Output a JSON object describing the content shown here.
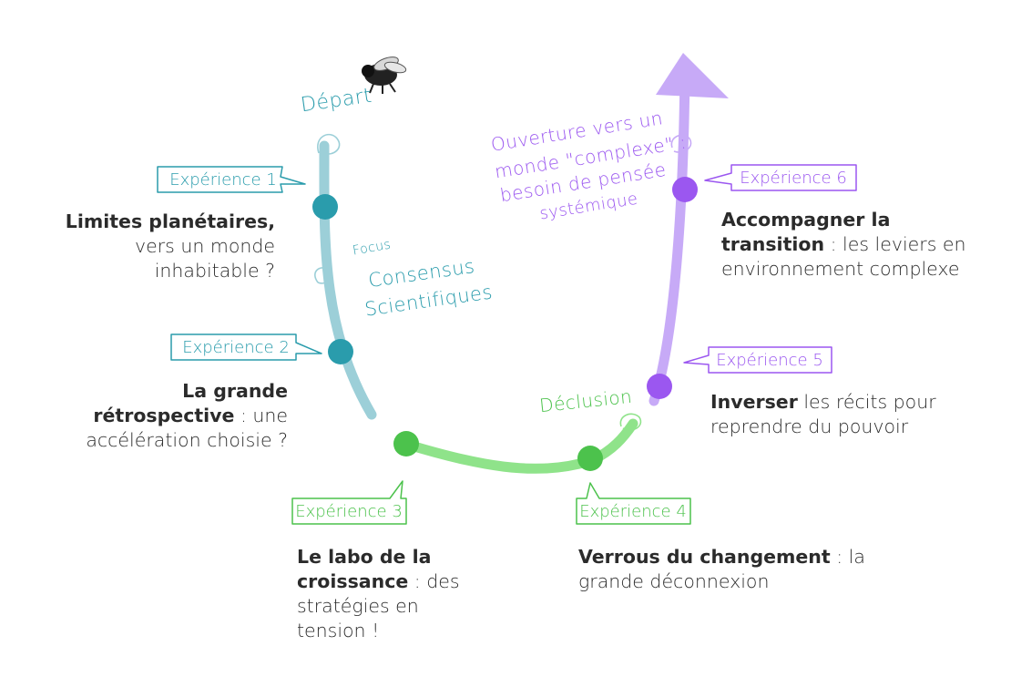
{
  "markers": {
    "depart": "Départ",
    "focus_small": "Focus",
    "focus_line1": "Consensus",
    "focus_line2": "Scientifiques",
    "declusion": "Déclusion",
    "ouverture_line1": "Ouverture vers un",
    "ouverture_line2": "monde \"complexe\" :",
    "ouverture_line3": "besoin de pensée",
    "ouverture_line4": "systémique"
  },
  "experiences": [
    {
      "label": "Expérience 1",
      "title": "Limites planétaires,",
      "rest": "vers un monde inhabitable ?",
      "color": "#2a9cac"
    },
    {
      "label": "Expérience 2",
      "title": "La grande rétrospective",
      "rest": " : une accélération choisie ?",
      "color": "#2a9cac"
    },
    {
      "label": "Expérience 3",
      "title": "Le labo de la croissance",
      "rest": " : des stratégies en tension !",
      "color": "#4cc24c"
    },
    {
      "label": "Expérience 4",
      "title": "Verrous du changement",
      "rest": " : la grande déconnexion",
      "color": "#4cc24c"
    },
    {
      "label": "Expérience 5",
      "title": "Inverser",
      "rest": " les récits pour reprendre du pouvoir",
      "color": "#9b57f0"
    },
    {
      "label": "Expérience 6",
      "title": "Accompagner la transition",
      "rest": " : les leviers en environnement complexe",
      "color": "#9b57f0"
    }
  ],
  "colors": {
    "teal": "#2a9cac",
    "teal_line": "#9ccfd8",
    "green": "#4cc24c",
    "green_line": "#8fe38a",
    "violet": "#9b57f0",
    "violet_line": "#c7aaf7"
  }
}
